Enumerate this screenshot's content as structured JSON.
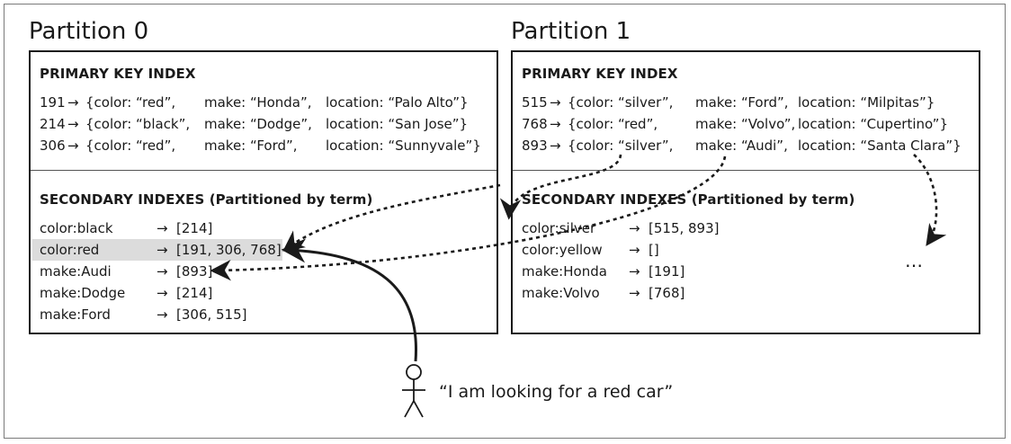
{
  "partitions": [
    {
      "title": "Partition 0",
      "primary_header": "PRIMARY KEY INDEX",
      "primary_rows": [
        {
          "key": "191",
          "color": "{color: “red”,",
          "make": "make: “Honda”,",
          "location": "location: “Palo Alto”}"
        },
        {
          "key": "214",
          "color": "{color: “black”,",
          "make": "make: “Dodge”,",
          "location": "location: “San Jose”}"
        },
        {
          "key": "306",
          "color": "{color: “red”,",
          "make": "make: “Ford”,",
          "location": "location: “Sunnyvale”}"
        }
      ],
      "secondary_header": "SECONDARY INDEXES (Partitioned by term)",
      "secondary_rows": [
        {
          "term": "color:black",
          "ids": "[214]"
        },
        {
          "term": "color:red",
          "ids": "[191, 306, 768]"
        },
        {
          "term": "make:Audi",
          "ids": "[893]"
        },
        {
          "term": "make:Dodge",
          "ids": "[214]"
        },
        {
          "term": "make:Ford",
          "ids": "[306, 515]"
        }
      ]
    },
    {
      "title": "Partition 1",
      "primary_header": "PRIMARY KEY INDEX",
      "primary_rows": [
        {
          "key": "515",
          "color": "{color: “silver”,",
          "make": "make: “Ford”,",
          "location": "location: “Milpitas”}"
        },
        {
          "key": "768",
          "color": "{color: “red”,",
          "make": "make: “Volvo”,",
          "location": "location: “Cupertino”}"
        },
        {
          "key": "893",
          "color": "{color: “silver”,",
          "make": "make: “Audi”,",
          "location": "location: “Santa Clara”}"
        }
      ],
      "secondary_header": "SECONDARY INDEXES (Partitioned by term)",
      "secondary_rows": [
        {
          "term": "color:silver",
          "ids": "[515, 893]"
        },
        {
          "term": "color:yellow",
          "ids": "[]"
        },
        {
          "term": "make:Honda",
          "ids": "[191]"
        },
        {
          "term": "make:Volvo",
          "ids": "[768]"
        }
      ],
      "ellipsis": "…"
    }
  ],
  "arrow_glyph": "→",
  "user_quote": "“I am looking for a red car”",
  "highlighted_term": "color:red"
}
